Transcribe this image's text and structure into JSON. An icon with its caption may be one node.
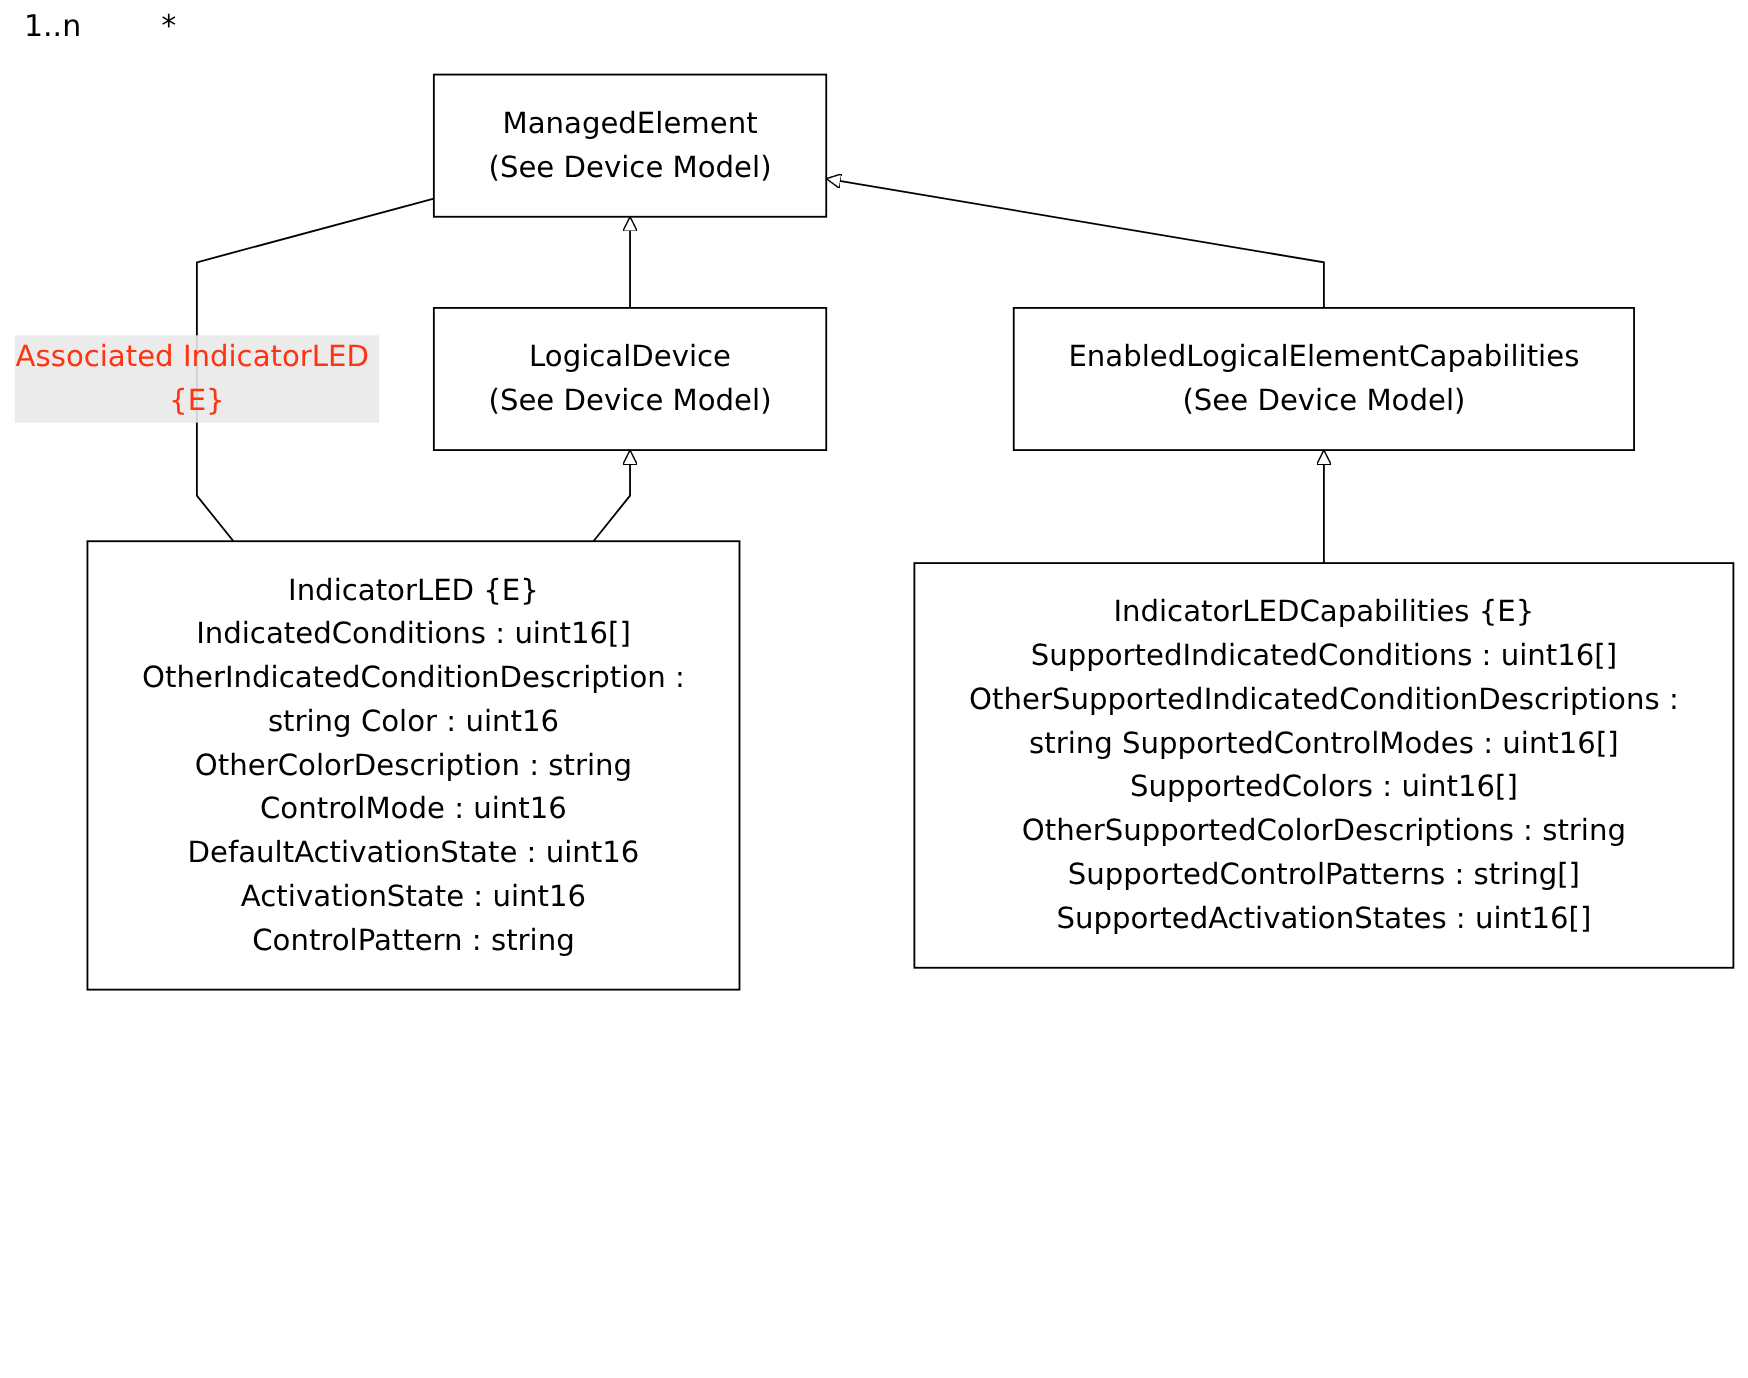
{
  "diagram": {
    "nodes": [
      {
        "text": [
          "ManagedElement",
          "(See Device Model)"
        ]
      },
      {
        "text": [
          "LogicalDevice",
          "(See Device Model)"
        ]
      },
      {
        "text": [
          "EnabledLogicalElementCapabilities",
          "(See Device Model)"
        ]
      },
      {
        "text": [
          "IndicatorLED {E}",
          "IndicatedConditions : uint16[]",
          "OtherIndicatedConditionDescription :",
          "string Color : uint16",
          "OtherColorDescription : string",
          "ControlMode : uint16",
          "DefaultActivationState : uint16",
          "ActivationState : uint16",
          "ControlPattern : string"
        ]
      },
      {
        "text": [
          "IndicatorLEDCapabilities {E}",
          "SupportedIndicatedConditions : uint16[]",
          "OtherSupportedIndicatedConditionDescriptions :",
          "string SupportedControlModes : uint16[]",
          "SupportedColors : uint16[]",
          "OtherSupportedColorDescriptions : string",
          "SupportedControlPatterns : string[]",
          "SupportedActivationStates : uint16[]"
        ]
      }
    ],
    "edges": [
      {
        "from": 3,
        "to": 0,
        "arrow": "none",
        "label": "Associated IndicatorLED {E}"
      },
      {
        "from": 1,
        "to": 0,
        "arrow": "to"
      },
      {
        "from": 2,
        "to": 0,
        "arrow": "to"
      },
      {
        "from": 3,
        "to": 1,
        "arrow": "to"
      },
      {
        "from": 4,
        "to": 2,
        "arrow": "to"
      }
    ],
    "labels": [
      "1..n",
      "*"
    ]
  }
}
